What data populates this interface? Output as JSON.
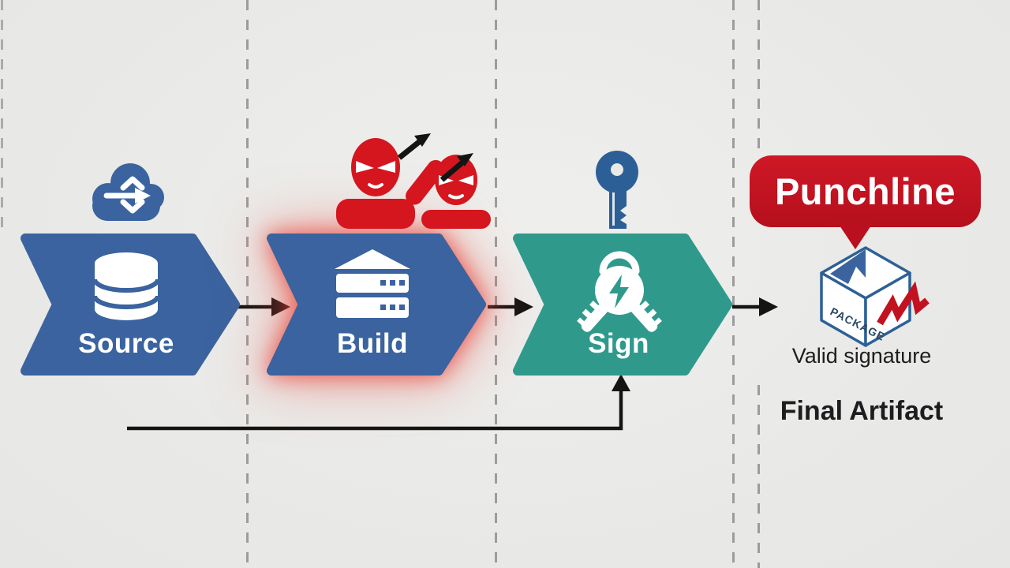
{
  "colors": {
    "bg": "#e9e9e7",
    "blue": "#3a639f",
    "teal": "#2f9a8c",
    "red": "#c11320",
    "attackerRed": "#d5161f",
    "keyBlue": "#2d5f97",
    "boxBlue": "#2d6096",
    "sigRed": "#c2121f",
    "arrow": "#141414",
    "dash": "#9c9c9c",
    "textDark": "#1d1d1f"
  },
  "stages": {
    "source": {
      "label": "Source",
      "icon": "database-icon",
      "top_icon": "cloud-transfer-icon"
    },
    "build": {
      "label": "Build",
      "icon": "build-server-icon",
      "top_icon": "attackers-icon",
      "threat_highlight": "red-glow"
    },
    "sign": {
      "label": "Sign",
      "icon": "signing-keys-lock-icon",
      "top_icon": "key-icon"
    }
  },
  "callout": {
    "label": "Punchline"
  },
  "artifact": {
    "package_label": "PACKAGE",
    "signature_caption": "Valid signature",
    "title": "Final Artifact",
    "icon": "package-box-icon",
    "mark": "red-signature-scribble"
  }
}
